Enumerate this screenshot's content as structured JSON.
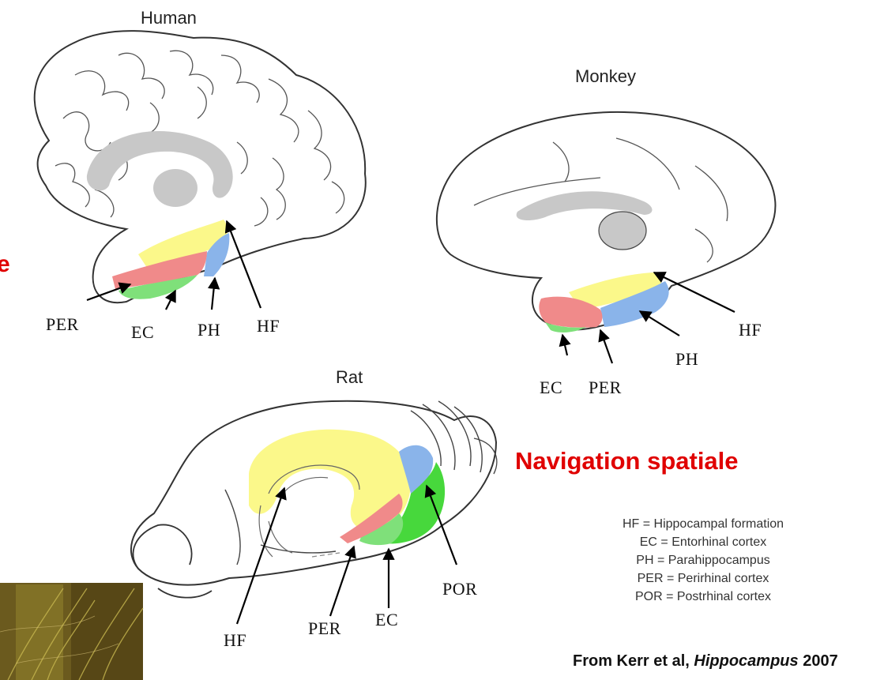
{
  "species": {
    "human": "Human",
    "monkey": "Monkey",
    "rat": "Rat"
  },
  "human_labels": {
    "per": "PER",
    "ec": "EC",
    "ph": "PH",
    "hf": "HF"
  },
  "monkey_labels": {
    "hf": "HF",
    "ph": "PH",
    "ec": "EC",
    "per": "PER"
  },
  "rat_labels": {
    "hf": "HF",
    "per": "PER",
    "ec": "EC",
    "por": "POR"
  },
  "heading": "Navigation spatiale",
  "cut_letter": "e",
  "legend": [
    "HF = Hippocampal formation",
    "EC = Entorhinal cortex",
    "PH = Parahippocampus",
    "PER = Perirhinal cortex",
    "POR = Postrhinal cortex"
  ],
  "credit": {
    "prefix": "From Kerr et al, ",
    "journal": "Hippocampus",
    "year": " 2007"
  },
  "colors": {
    "hf_yellow": "#fbf88a",
    "ec_green": "#7fe07a",
    "ph_blue": "#8ab4ea",
    "per_red": "#f08a8a",
    "por_green": "#47d83c",
    "callosum_gray": "#c8c8c8",
    "accent_red": "#e00000"
  }
}
